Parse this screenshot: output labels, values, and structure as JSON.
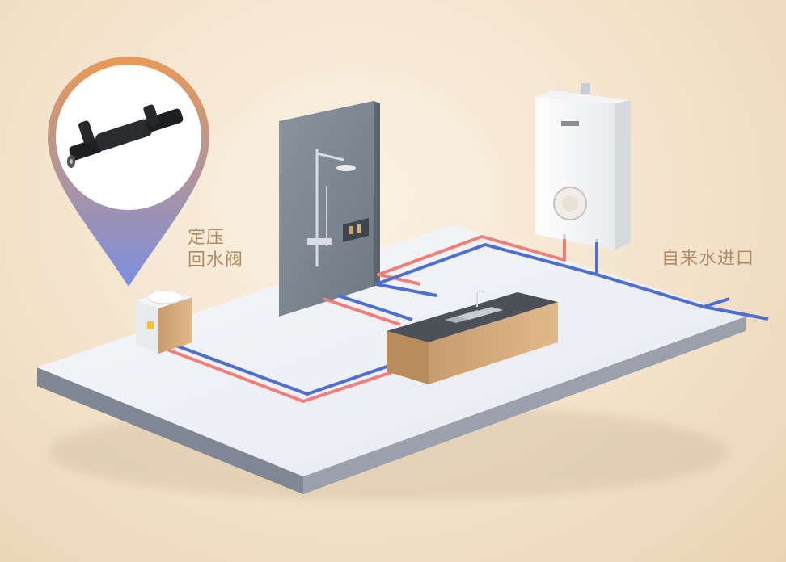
{
  "labels": {
    "valve_line1": "定压",
    "valve_line2": "回水阀",
    "water_inlet": "自来水进口"
  },
  "colors": {
    "hot_pipe": "#f07f7a",
    "cold_pipe": "#4e6fd0",
    "background": "#f4e6d0",
    "label_text": "#b08a66",
    "pin_top": "#e89a55",
    "pin_bottom": "#7b8fe0"
  },
  "components": [
    "pressure-return-valve",
    "shower-wall",
    "kitchen-counter-sink",
    "water-heater",
    "bathroom-basin-cabinet"
  ]
}
